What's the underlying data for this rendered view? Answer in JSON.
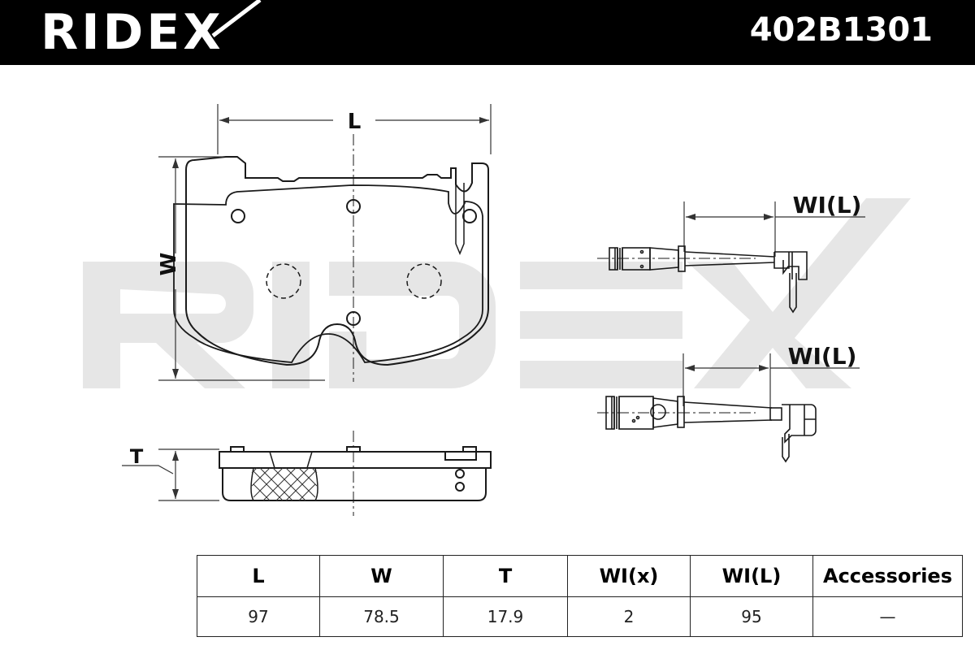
{
  "header": {
    "brand": "RIDEX",
    "part_number": "402B1301"
  },
  "watermark": "RIDEX",
  "drawing": {
    "dim_L": "L",
    "dim_W": "W",
    "dim_T": "T",
    "sensor_label_1": "WI(L)",
    "sensor_label_2": "WI(L)"
  },
  "table": {
    "headers": [
      "L",
      "W",
      "T",
      "WI(x)",
      "WI(L)",
      "Accessories"
    ],
    "values": [
      "97",
      "78.5",
      "17.9",
      "2",
      "95",
      "—"
    ]
  },
  "colors": {
    "header_bg": "#000000",
    "watermark": "#e6e6e6",
    "line": "#1a1a1a"
  }
}
